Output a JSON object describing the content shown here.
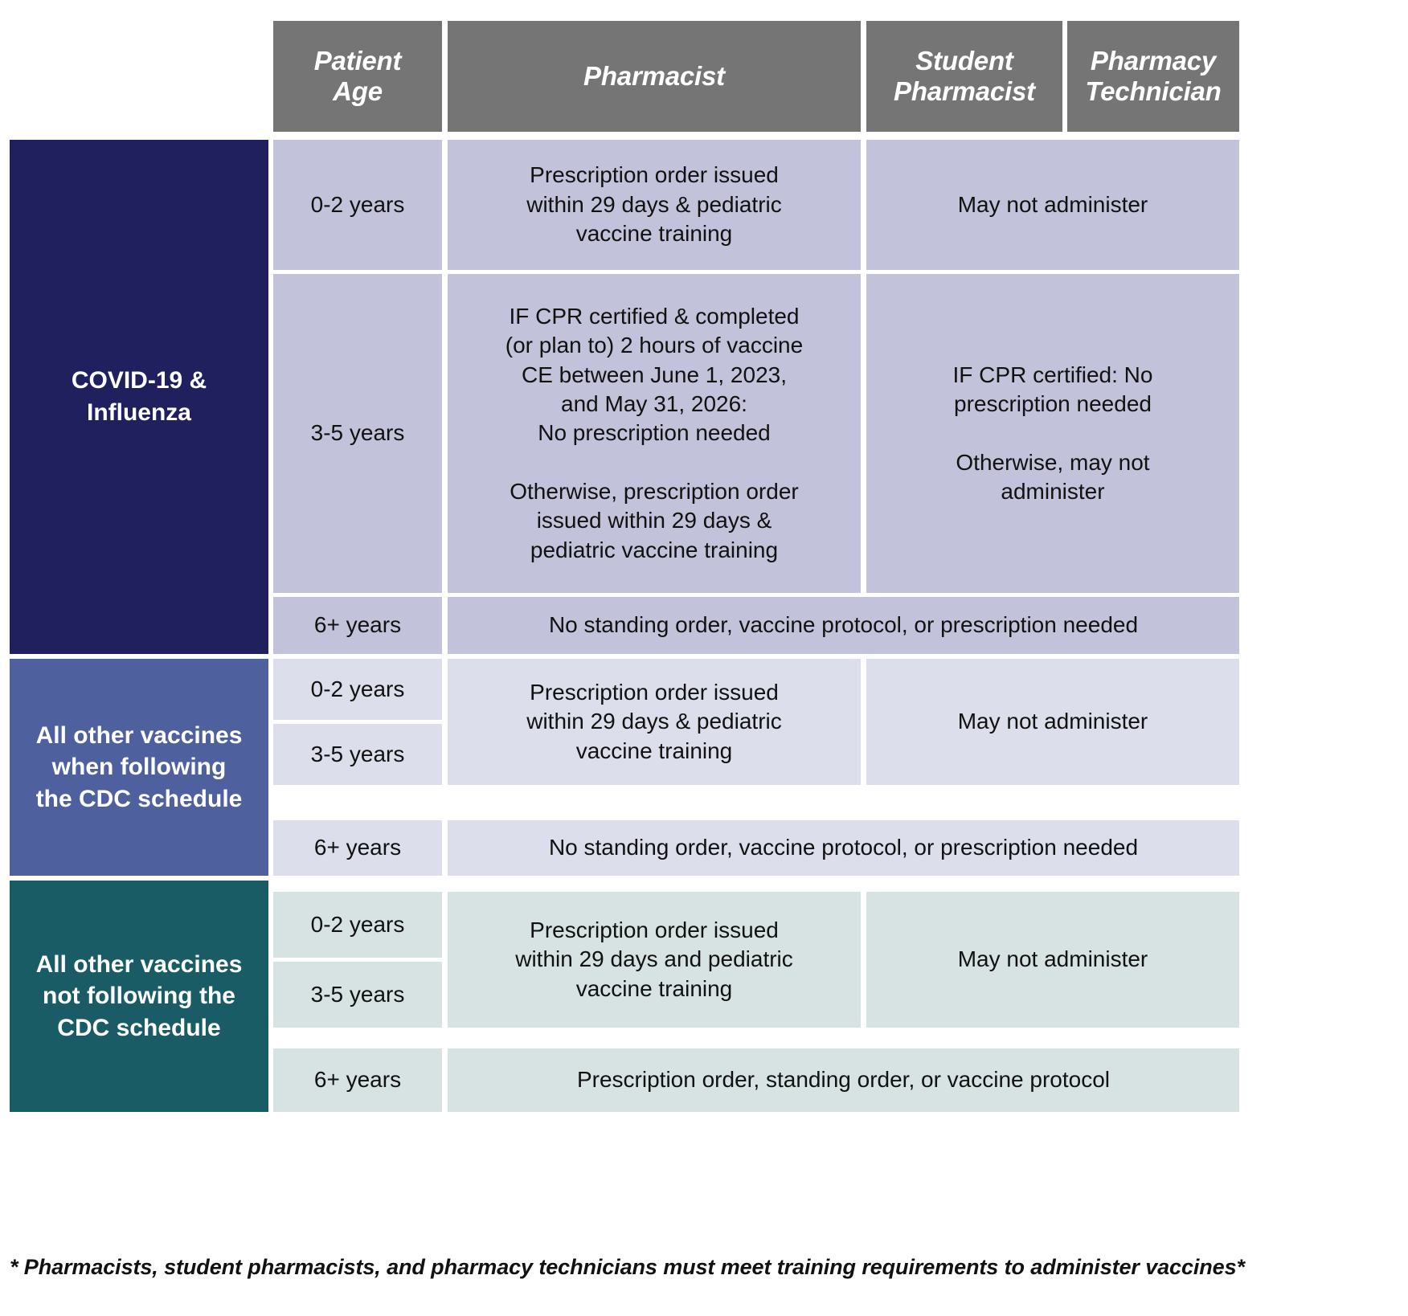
{
  "table": {
    "headers": {
      "patient_age": "Patient\nAge",
      "pharmacist": "Pharmacist",
      "student_pharmacist": "Student\nPharmacist",
      "pharmacy_technician": "Pharmacy\nTechnician"
    },
    "categories": [
      {
        "label": "COVID-19 &\nInfluenza",
        "color": "#20205f"
      },
      {
        "label": "All other vaccines\nwhen following\nthe CDC schedule",
        "color": "#4e619e"
      },
      {
        "label": "All other vaccines\nnot following the\nCDC schedule",
        "color": "#1a5c66"
      }
    ],
    "ages": {
      "a02": "0-2 years",
      "a35": "3-5 years",
      "a6": "6+ years"
    },
    "covid": {
      "pharmacist_0_2": "Prescription order issued\nwithin 29 days & pediatric\nvaccine training",
      "student_0_2": "May not administer",
      "pharmacist_3_5": "IF CPR certified & completed\n(or plan to) 2 hours of vaccine\nCE between June 1, 2023,\nand May 31, 2026:\nNo prescription needed\n\nOtherwise, prescription order\nissued within 29 days &\npediatric vaccine training",
      "student_3_5": "IF CPR certified: No\nprescription needed\n\nOtherwise, may not\nadminister",
      "all_6": "No standing order, vaccine protocol, or prescription needed"
    },
    "cdc_following": {
      "pharmacist_0_5": "Prescription order issued\nwithin 29 days & pediatric\nvaccine training",
      "student_0_5": "May not administer",
      "all_6": "No standing order, vaccine protocol, or prescription needed"
    },
    "cdc_not_following": {
      "pharmacist_0_5": "Prescription order issued\nwithin 29 days and pediatric\nvaccine training",
      "student_0_5": "May not administer",
      "all_6": "Prescription order, standing order, or vaccine protocol"
    },
    "footnote": "* Pharmacists, student pharmacists, and pharmacy technicians must meet training requirements to administer vaccines*",
    "colors": {
      "header_gray": "#757575",
      "tint_purple": "#c2c2da",
      "tint_lavender": "#dcdeeb",
      "tint_mint": "#d6e3e2"
    }
  }
}
